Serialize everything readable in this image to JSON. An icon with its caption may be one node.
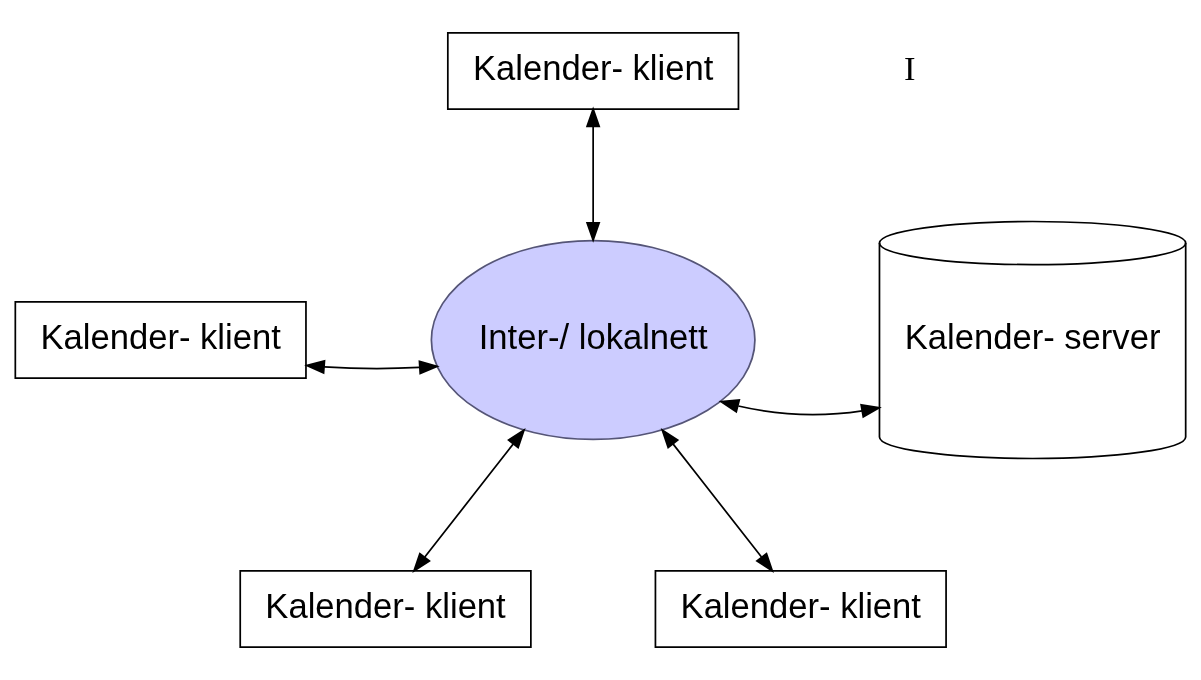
{
  "diagram": {
    "nodes": [
      {
        "text": [
          "Kalender- klient"
        ]
      },
      {
        "text": [
          "Kalender- klient"
        ]
      },
      {
        "text": [
          "Inter-/ lokalnett"
        ]
      },
      {
        "text": [
          "Kalender- server"
        ]
      },
      {
        "text": [
          "Kalender- klient"
        ]
      },
      {
        "text": [
          "Kalender- klient"
        ]
      }
    ],
    "edges": [
      {
        "from": 0,
        "to": 2,
        "arrow": "both"
      },
      {
        "from": 1,
        "to": 2,
        "arrow": "both"
      },
      {
        "from": 2,
        "to": 3,
        "arrow": "both"
      },
      {
        "from": 2,
        "to": 4,
        "arrow": "both"
      },
      {
        "from": 2,
        "to": 5,
        "arrow": "both"
      }
    ],
    "labels": [
      "I"
    ]
  }
}
